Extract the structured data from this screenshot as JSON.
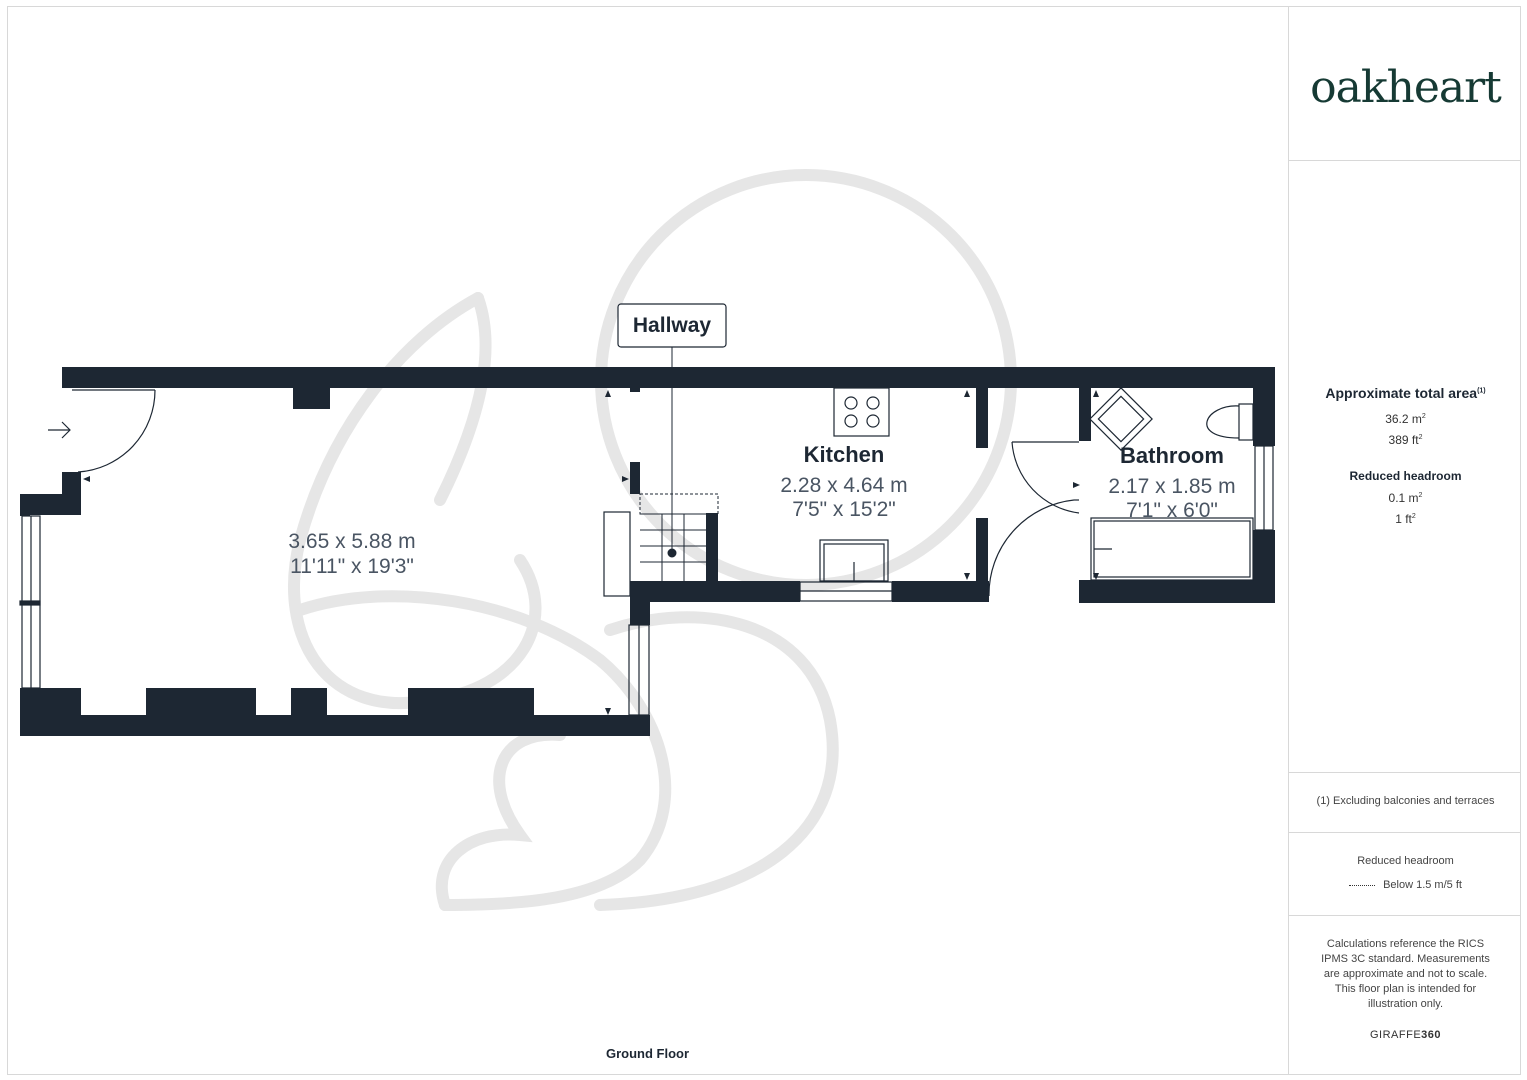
{
  "brand_logo": "oakheart",
  "rooms": {
    "main": {
      "metric": "3.65 x 5.88 m",
      "imperial": "11'11\" x 19'3\""
    },
    "hallway": {
      "name": "Hallway"
    },
    "kitchen": {
      "name": "Kitchen",
      "metric": "2.28 x 4.64 m",
      "imperial": "7'5\" x 15'2\""
    },
    "bathroom": {
      "name": "Bathroom",
      "metric": "2.17 x 1.85 m",
      "imperial": "7'1\" x 6'0\""
    }
  },
  "floor_label": "Ground Floor",
  "sidebar": {
    "total_area_title": "Approximate total area",
    "total_area_footnote": "(1)",
    "total_area_m2": "36.2 m",
    "total_area_ft2": "389 ft",
    "squared": "2",
    "reduced_headroom_title": "Reduced headroom",
    "reduced_headroom_m2": "0.1 m",
    "reduced_headroom_ft2": "1 ft",
    "footnote_text": "(1) Excluding balconies and terraces",
    "legend_title": "Reduced headroom",
    "legend_item": "Below 1.5 m/5 ft",
    "calc_note": "Calculations reference the RICS IPMS 3C standard. Measurements are approximate and not to scale. This floor plan is intended for illustration only.",
    "credit_prefix": "GIRAFFE",
    "credit_suffix": "360"
  },
  "colors": {
    "wall": "#1d2733",
    "watermark": "#e6e6e6",
    "logo": "#163a34",
    "border": "#d8d8d8"
  }
}
